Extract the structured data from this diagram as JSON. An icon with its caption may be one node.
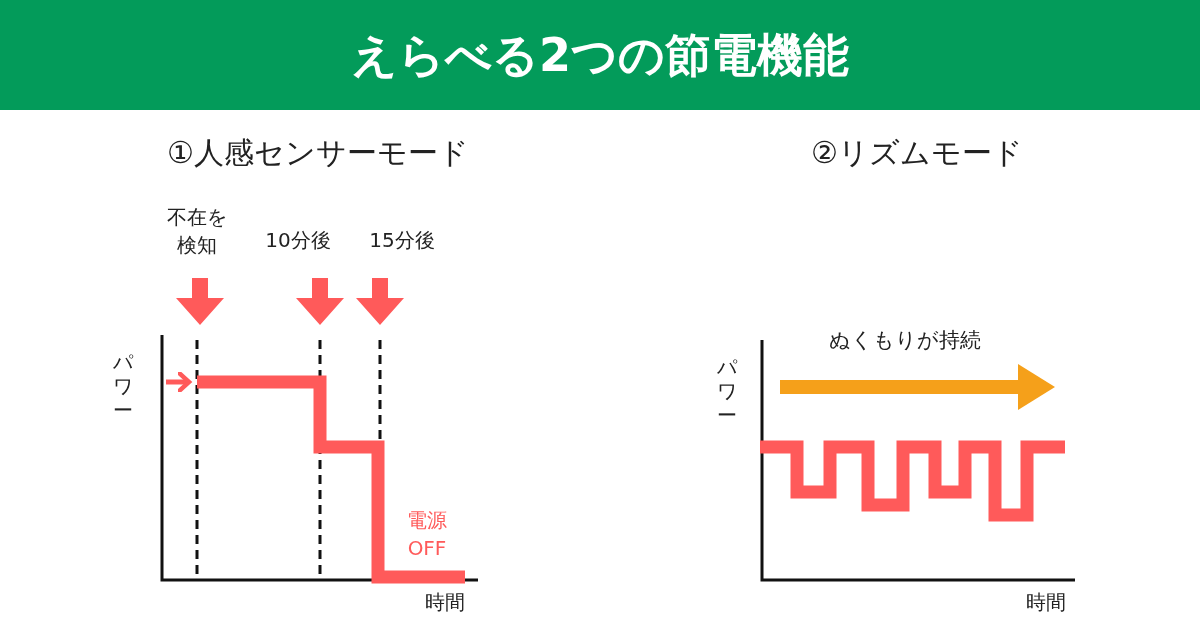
{
  "diagram": {
    "title": "えらべる2つの節電機能",
    "labels": [
      "①人感センサーモード",
      "②リズムモード",
      "不在を検知",
      "10分後",
      "15分後",
      "ぬくもりが持続",
      "パワー",
      "パワー",
      "電源OFF",
      "時間",
      "時間"
    ]
  }
}
